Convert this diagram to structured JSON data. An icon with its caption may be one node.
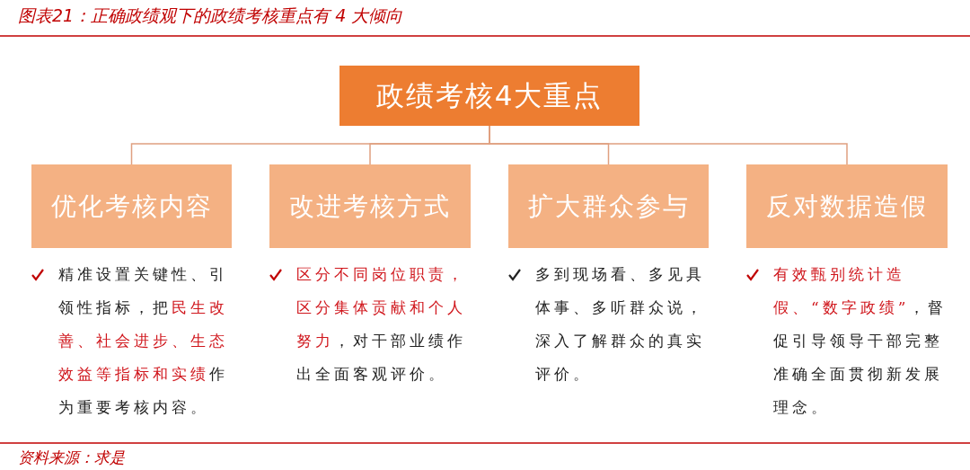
{
  "diagram": {
    "title": "图表21：正确政绩观下的政绩考核重点有 4 大倾向",
    "caption": "资料来源：求是",
    "nodes": [
      {
        "text": [
          "政绩考核4大重点"
        ]
      },
      {
        "text": [
          "优化考核内容"
        ],
        "beside": [
          "精准设置关键性、引领性指标，把**民生改善、社会进步、生态效益等指标和实绩**作为重要考核内容。"
        ]
      },
      {
        "text": [
          "改进考核方式"
        ],
        "beside": [
          "**区分不同岗位职责，区分集体贡献和个人努力**，对干部业绩作出全面客观评价。"
        ]
      },
      {
        "text": [
          "扩大群众参与"
        ],
        "beside": [
          "多到现场看、多见具体事、多听群众说，深入了解群众的真实评价。"
        ]
      },
      {
        "text": [
          "反对数据造假"
        ],
        "beside": [
          "**有效甄别统计造假、“数字政绩”**，督促引导领导干部完整准确全面贯彻新发展理念。"
        ]
      }
    ],
    "edges": [
      {
        "from": 0,
        "to": 1,
        "arrow": "none"
      },
      {
        "from": 0,
        "to": 2,
        "arrow": "none"
      },
      {
        "from": 0,
        "to": 3,
        "arrow": "none"
      },
      {
        "from": 0,
        "to": 4,
        "arrow": "none"
      }
    ]
  }
}
